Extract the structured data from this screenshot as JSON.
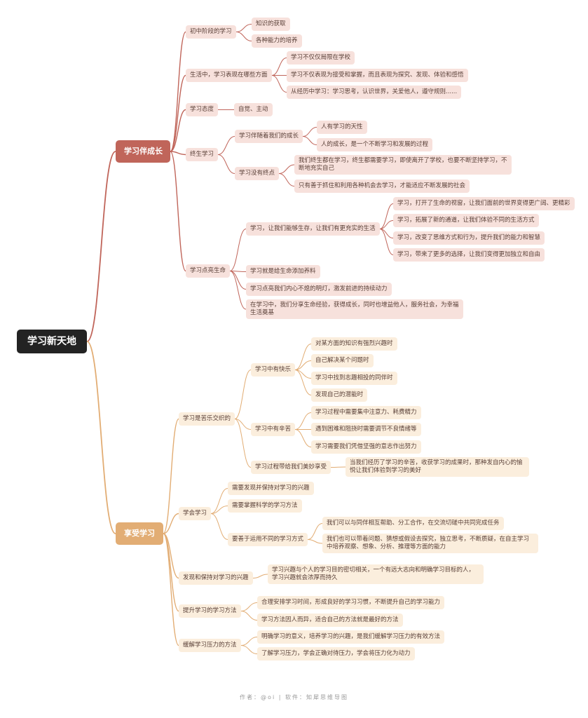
{
  "root": "学习新天地",
  "branch1": {
    "title": "学习伴成长",
    "stage": {
      "title": "初中阶段的学习",
      "items": [
        "知识的获取",
        "各种能力的培养"
      ]
    },
    "life": {
      "title": "生活中，学习表现在哪些方面",
      "items": [
        "学习不仅仅局限在学校",
        "学习不仅表现为接受和掌握，而且表现为探究、发现、体验和感悟",
        "从经历中学习：学习思考，认识世界，关爱他人，遵守规则......"
      ]
    },
    "attitude": {
      "title": "学习态度",
      "items": [
        "自觉、主动"
      ]
    },
    "lifelong": {
      "title": "终生学习",
      "with_growth": {
        "title": "学习伴随着我们的成长",
        "items": [
          "人有学习的天性",
          "人的成长，是一个不断学习和发展的过程"
        ]
      },
      "no_end": {
        "title": "学习没有终点",
        "items": [
          "我们终生都在学习，终生都需要学习，即使离开了学校，也要不断坚持学习，不断地充实自己",
          "只有善于抓住和利用各种机会去学习，才能适应不断发展的社会"
        ]
      }
    },
    "light": {
      "title": "学习点亮生命",
      "full": {
        "title": "学习，让我们能够生存，让我们有更充实的生活",
        "items": [
          "学习，打开了生命的视窗，让我们面前的世界变得更广阔、更精彩",
          "学习，拓展了新的通道，让我们体验不同的生活方式",
          "学习，改变了思维方式和行为，提升我们的能力和智慧",
          "学习，带来了更多的选择，让我们变得更加独立和自由"
        ]
      },
      "items": [
        "学习就是给生命添加养料",
        "学习点亮我们内心不熄的明灯，激发前进的持续动力",
        "在学习中，我们分享生命经验，获得成长，同时也增益他人，服务社会，为幸福生活奠基"
      ]
    }
  },
  "branch2": {
    "title": "享受学习",
    "bitter_sweet": {
      "title": "学习是苦乐交织的",
      "joy": {
        "title": "学习中有快乐",
        "items": [
          "对某方面的知识有强烈兴趣时",
          "自己解决某个问题时",
          "学习中找到志趣相投的同伴时",
          "发现自己的潜能时"
        ]
      },
      "hard": {
        "title": "学习中有辛苦",
        "items": [
          "学习过程中需要集中注意力、耗费精力",
          "遇到困难和阻挠时需要调节不良情绪等",
          "学习需要我们凭借坚强的意志作出努力"
        ]
      },
      "enjoy": {
        "title": "学习过程带给我们美妙享受",
        "items": [
          "当我们经历了学习的辛苦，收获学习的成果时，那种发自内心的愉悦让我们体验到学习的美好"
        ]
      }
    },
    "learn_to_learn": {
      "title": "学会学习",
      "items": [
        "需要发现并保持对学习的兴趣",
        "需要掌握科学的学习方法"
      ],
      "ways": {
        "title": "要善于运用不同的学习方式",
        "items": [
          "我们可以与同伴相互帮助、分工合作，在交流切磋中共同完成任务",
          "我们也可以带着问题、猜想或假设去探究，独立思考，不断质疑，在自主学习中培养观察、想象、分析、推理等方面的能力"
        ]
      }
    },
    "interest": {
      "title": "发现和保持对学习的兴趣",
      "items": [
        "学习兴趣与个人的学习目的密切相关，一个有远大志向和明确学习目标的人，学习兴趣就会浓厚而持久"
      ]
    },
    "method": {
      "title": "提升学习的学习方法",
      "items": [
        "合理安排学习时间，形成良好的学习习惯，不断提升自己的学习能力",
        "学习方法因人而异，适合自己的方法就是最好的方法"
      ]
    },
    "pressure": {
      "title": "缓解学习压力的方法",
      "items": [
        "明确学习的意义，培养学习的兴趣，是我们缓解学习压力的有效方法",
        "了解学习压力，学会正确对待压力，学会将压力化为动力"
      ]
    }
  },
  "colors": {
    "branch1": "#c0655a",
    "branch1_light": "#f7e1dc",
    "branch2": "#e2ad74",
    "branch2_light": "#fbeedd",
    "root": "#232323"
  },
  "footer": "作者：@oi  |  软件：知犀思维导图"
}
